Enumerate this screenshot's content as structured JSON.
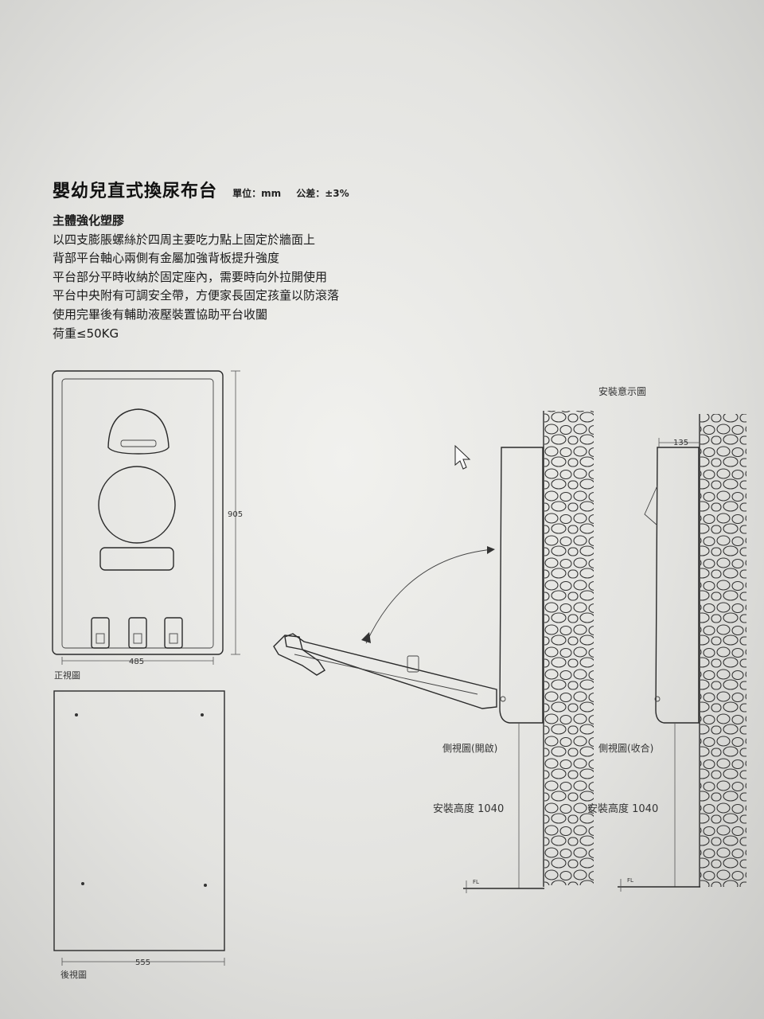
{
  "document": {
    "title": "嬰幼兒直式換尿布台",
    "unit": "單位：mm",
    "tolerance": "公差：±3%",
    "features": [
      "主體強化塑膠",
      "以四支膨脹螺絲於四周主要吃力點上固定於牆面上",
      "背部平台軸心兩側有金屬加強背板提升強度",
      "平台部分平時收納於固定座內，需要時向外拉開使用",
      "平台中央附有可調安全帶，方便家長固定孩童以防滾落",
      "使用完畢後有輔助液壓裝置協助平台收闔",
      "荷重≤50KG"
    ]
  },
  "views": {
    "front": {
      "label": "正視圖",
      "width": "485",
      "height": "905"
    },
    "back": {
      "label": "後視圖",
      "width": "555"
    },
    "install": {
      "caption": "安裝意示圖",
      "open_label": "側視圖(開啟)",
      "closed_label": "側視圖(收合)",
      "depth": "135",
      "height_open": "安裝高度 1040",
      "height_closed": "安裝高度 1040",
      "floor_mark": "FL"
    }
  },
  "colors": {
    "line": "#2a2a2a",
    "paper": "#ececea"
  }
}
